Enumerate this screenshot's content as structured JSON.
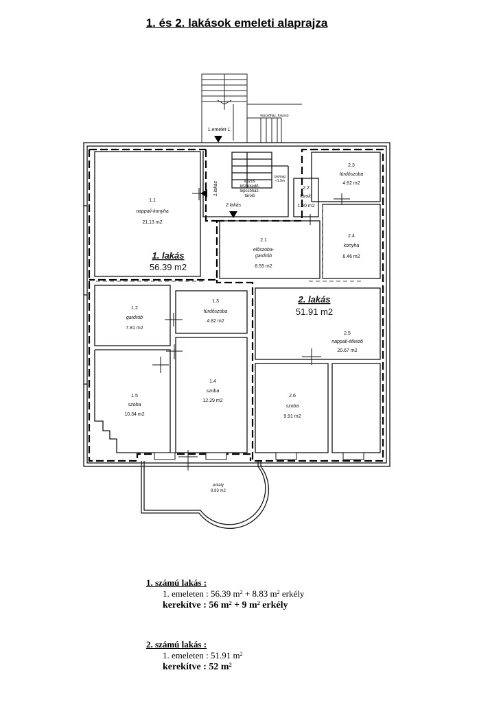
{
  "title": "1. és 2. lakások emeleti  alaprajza",
  "plan": {
    "stair_landing": "lépcsőház, folyosó",
    "stair_level": "1.emelet 1.",
    "stair_tag_1": "1.lakás",
    "stair_tag_2": "2.lakás",
    "common_area": [
      "közös",
      "közlekedő-",
      "lépcsőház-",
      "tároló"
    ],
    "headroom": [
      "belmag",
      "<1.9m"
    ],
    "apt1": {
      "name": "1. lakás",
      "area": "56.39 m2"
    },
    "apt2": {
      "name": "2. lakás",
      "area": "51.91 m2"
    },
    "rooms": [
      {
        "id": "1.1",
        "name": "nappali-konyha",
        "area": "21.13 m2"
      },
      {
        "id": "1.2",
        "name": "gardrób",
        "area": "7.81 m2"
      },
      {
        "id": "1.3",
        "name": "fürdőszoba",
        "area": "4.82 m2"
      },
      {
        "id": "1.4",
        "name": "szoba",
        "area": "12.29 m2"
      },
      {
        "id": "1.5",
        "name": "szoba",
        "area": "10.34 m2"
      },
      {
        "id": "2.1",
        "name": "előszoba-",
        "name2": "gardrób",
        "area": "8.55 m2"
      },
      {
        "id": "2.2",
        "name": "tároló",
        "area": "1.50 m2"
      },
      {
        "id": "2.3",
        "name": "fürdőszoba",
        "area": "4.62 m2"
      },
      {
        "id": "2.4",
        "name": "konyha",
        "area": "6.46 m2"
      },
      {
        "id": "2.5",
        "name": "nappali-étkező",
        "area": "20.67 m2"
      },
      {
        "id": "2.6",
        "name": "szoba",
        "area": "9.91 m2"
      }
    ],
    "balcony": {
      "name": "erkély",
      "area": "8.83 m2"
    }
  },
  "summary1": {
    "heading": "1. számú  lakás :",
    "line1_a": "1. emeleten : 56.39 m",
    "line1_b": " + 8.83 m",
    "line1_c": " erkély",
    "line2_a": "kerekítve :   56 m",
    "line2_b": "   +  9 m",
    "line2_c": " erkély",
    "sup": "2"
  },
  "summary2": {
    "heading": "2. számú  lakás :",
    "line1_a": "1. emeleten : 51.91 m",
    "line2_a": "kerekítve :   52 m",
    "sup": "2"
  }
}
